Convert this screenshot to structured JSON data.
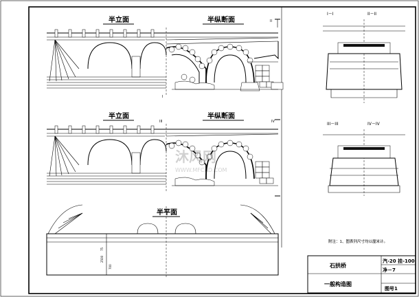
{
  "sections": {
    "half_elevation_top": "半立面",
    "half_longitudinal_top": "半纵断面",
    "half_elevation_mid": "半立面",
    "half_longitudinal_mid": "半纵断面",
    "half_plan": "半平面"
  },
  "cross_sections": {
    "s1": "I－I",
    "s2": "II－II",
    "s3": "III－III",
    "s4": "IV－IV"
  },
  "section_marks": {
    "I": "I",
    "II": "II",
    "III": "III",
    "IV": "IV"
  },
  "note": "附注：1、图表列尺寸均以厘米计。",
  "title_block": {
    "project": "石拱桥",
    "load_rating": "汽-20 挂-100",
    "net_width": "净－7",
    "drawing_name": "一般构造图",
    "drawing_number": "图号1"
  },
  "dimensions": {
    "plan_a": "75",
    "plan_b": "2500",
    "plan_c": "700"
  },
  "watermark": "沐风网",
  "watermark_url": "WWW.MFCAD.COM"
}
